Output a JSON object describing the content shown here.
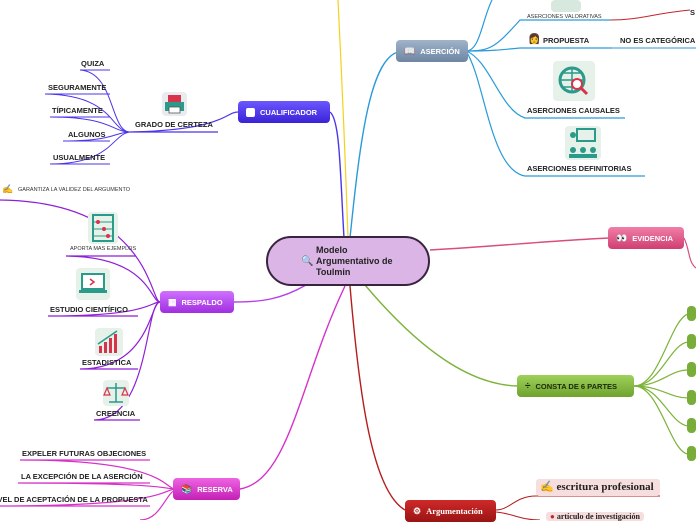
{
  "central": {
    "title": "Modelo Argumentativo de Toulmin",
    "icon": "magnifier-icon"
  },
  "cualificador": {
    "label": "CUALIFICADOR",
    "color": "#4b35e8",
    "grado": "GRADO DE CERTEZA",
    "items": [
      "QUIZA",
      "SEGURAMENTE",
      "TÍPICAMENTE",
      "ALGUNOS",
      "USUALMENTE"
    ]
  },
  "asercion": {
    "label": "ASERCIÓN",
    "color": "#7d93ad",
    "valorativas": "ASERCIONES VALORATIVAS",
    "propuesta": "PROPUESTA",
    "no_categorica": "NO ES CATEGÓRICA",
    "edge_letter": "S",
    "causales": "ASERCIONES CAUSALES",
    "definitorias": "ASERCIONES DEFINITORIAS"
  },
  "evidencia": {
    "label": "EVIDENCIA",
    "color": "#d84d7f"
  },
  "consta": {
    "label": "CONSTA DE 6 PARTES",
    "color": "#7cb33a"
  },
  "argumentacion": {
    "label": "Argumentación",
    "color": "#b51c1c",
    "escritura": "escritura profesional",
    "articulo": "artículo de investigación"
  },
  "respaldo": {
    "label": "RESPALDO",
    "color": "#b540e8",
    "garantiza": "GARANTIZA LA VALIDEZ DEL ARGUMENTO",
    "ejemplos": "APORTA MAS EJEMPLOS",
    "estudio": "ESTUDIO CIENTÍFICO",
    "estadistica": "ESTADISTICA",
    "creencia": "CREENCIA"
  },
  "reserva": {
    "label": "RESERVA",
    "color": "#d631c9",
    "items": [
      "EXPELER FUTURAS OBJECIONES",
      "LA EXCEPCIÓN DE LA ASERCIÓN",
      "NIVEL DE ACEPTACIÓN DE  LA PROPUESTA"
    ]
  }
}
